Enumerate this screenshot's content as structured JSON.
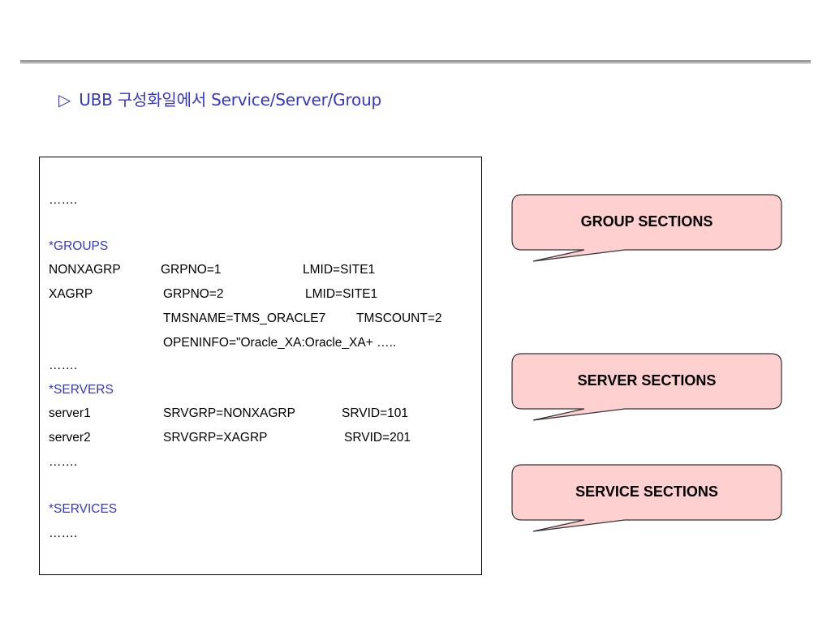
{
  "slide": {
    "title": "UBB 구성화일에서 Service/Server/Group",
    "title_marker": "▷"
  },
  "code": {
    "l1": "…….",
    "groups_header": "*GROUPS",
    "g1_name": "NONXAGRP",
    "g1_grpno": "GRPNO=1",
    "g1_lmid": "LMID=SITE1",
    "g2_name": "XAGRP",
    "g2_grpno": "GRPNO=2",
    "g2_lmid": "LMID=SITE1",
    "g2_tmsname": "TMSNAME=TMS_ORACLE7",
    "g2_tmscount": "TMSCOUNT=2",
    "g2_openinfo": "OPENINFO=\"Oracle_XA:Oracle_XA+ …..",
    "l2": "…….",
    "servers_header": "*SERVERS",
    "s1_name": "server1",
    "s1_grp": "SRVGRP=NONXAGRP",
    "s1_id": "SRVID=101",
    "s2_name": "server2",
    "s2_grp": "SRVGRP=XAGRP",
    "s2_id": "SRVID=201",
    "l3": "…….",
    "services_header": "*SERVICES",
    "l4": "……."
  },
  "callouts": {
    "group": "GROUP SECTIONS",
    "server": "SERVER SECTIONS",
    "service": "SERVICE SECTIONS"
  },
  "colors": {
    "title": "#3636c8",
    "callout_fill": "#ffd0d0",
    "callout_stroke": "#333333",
    "rule": "#9a9a9a"
  }
}
